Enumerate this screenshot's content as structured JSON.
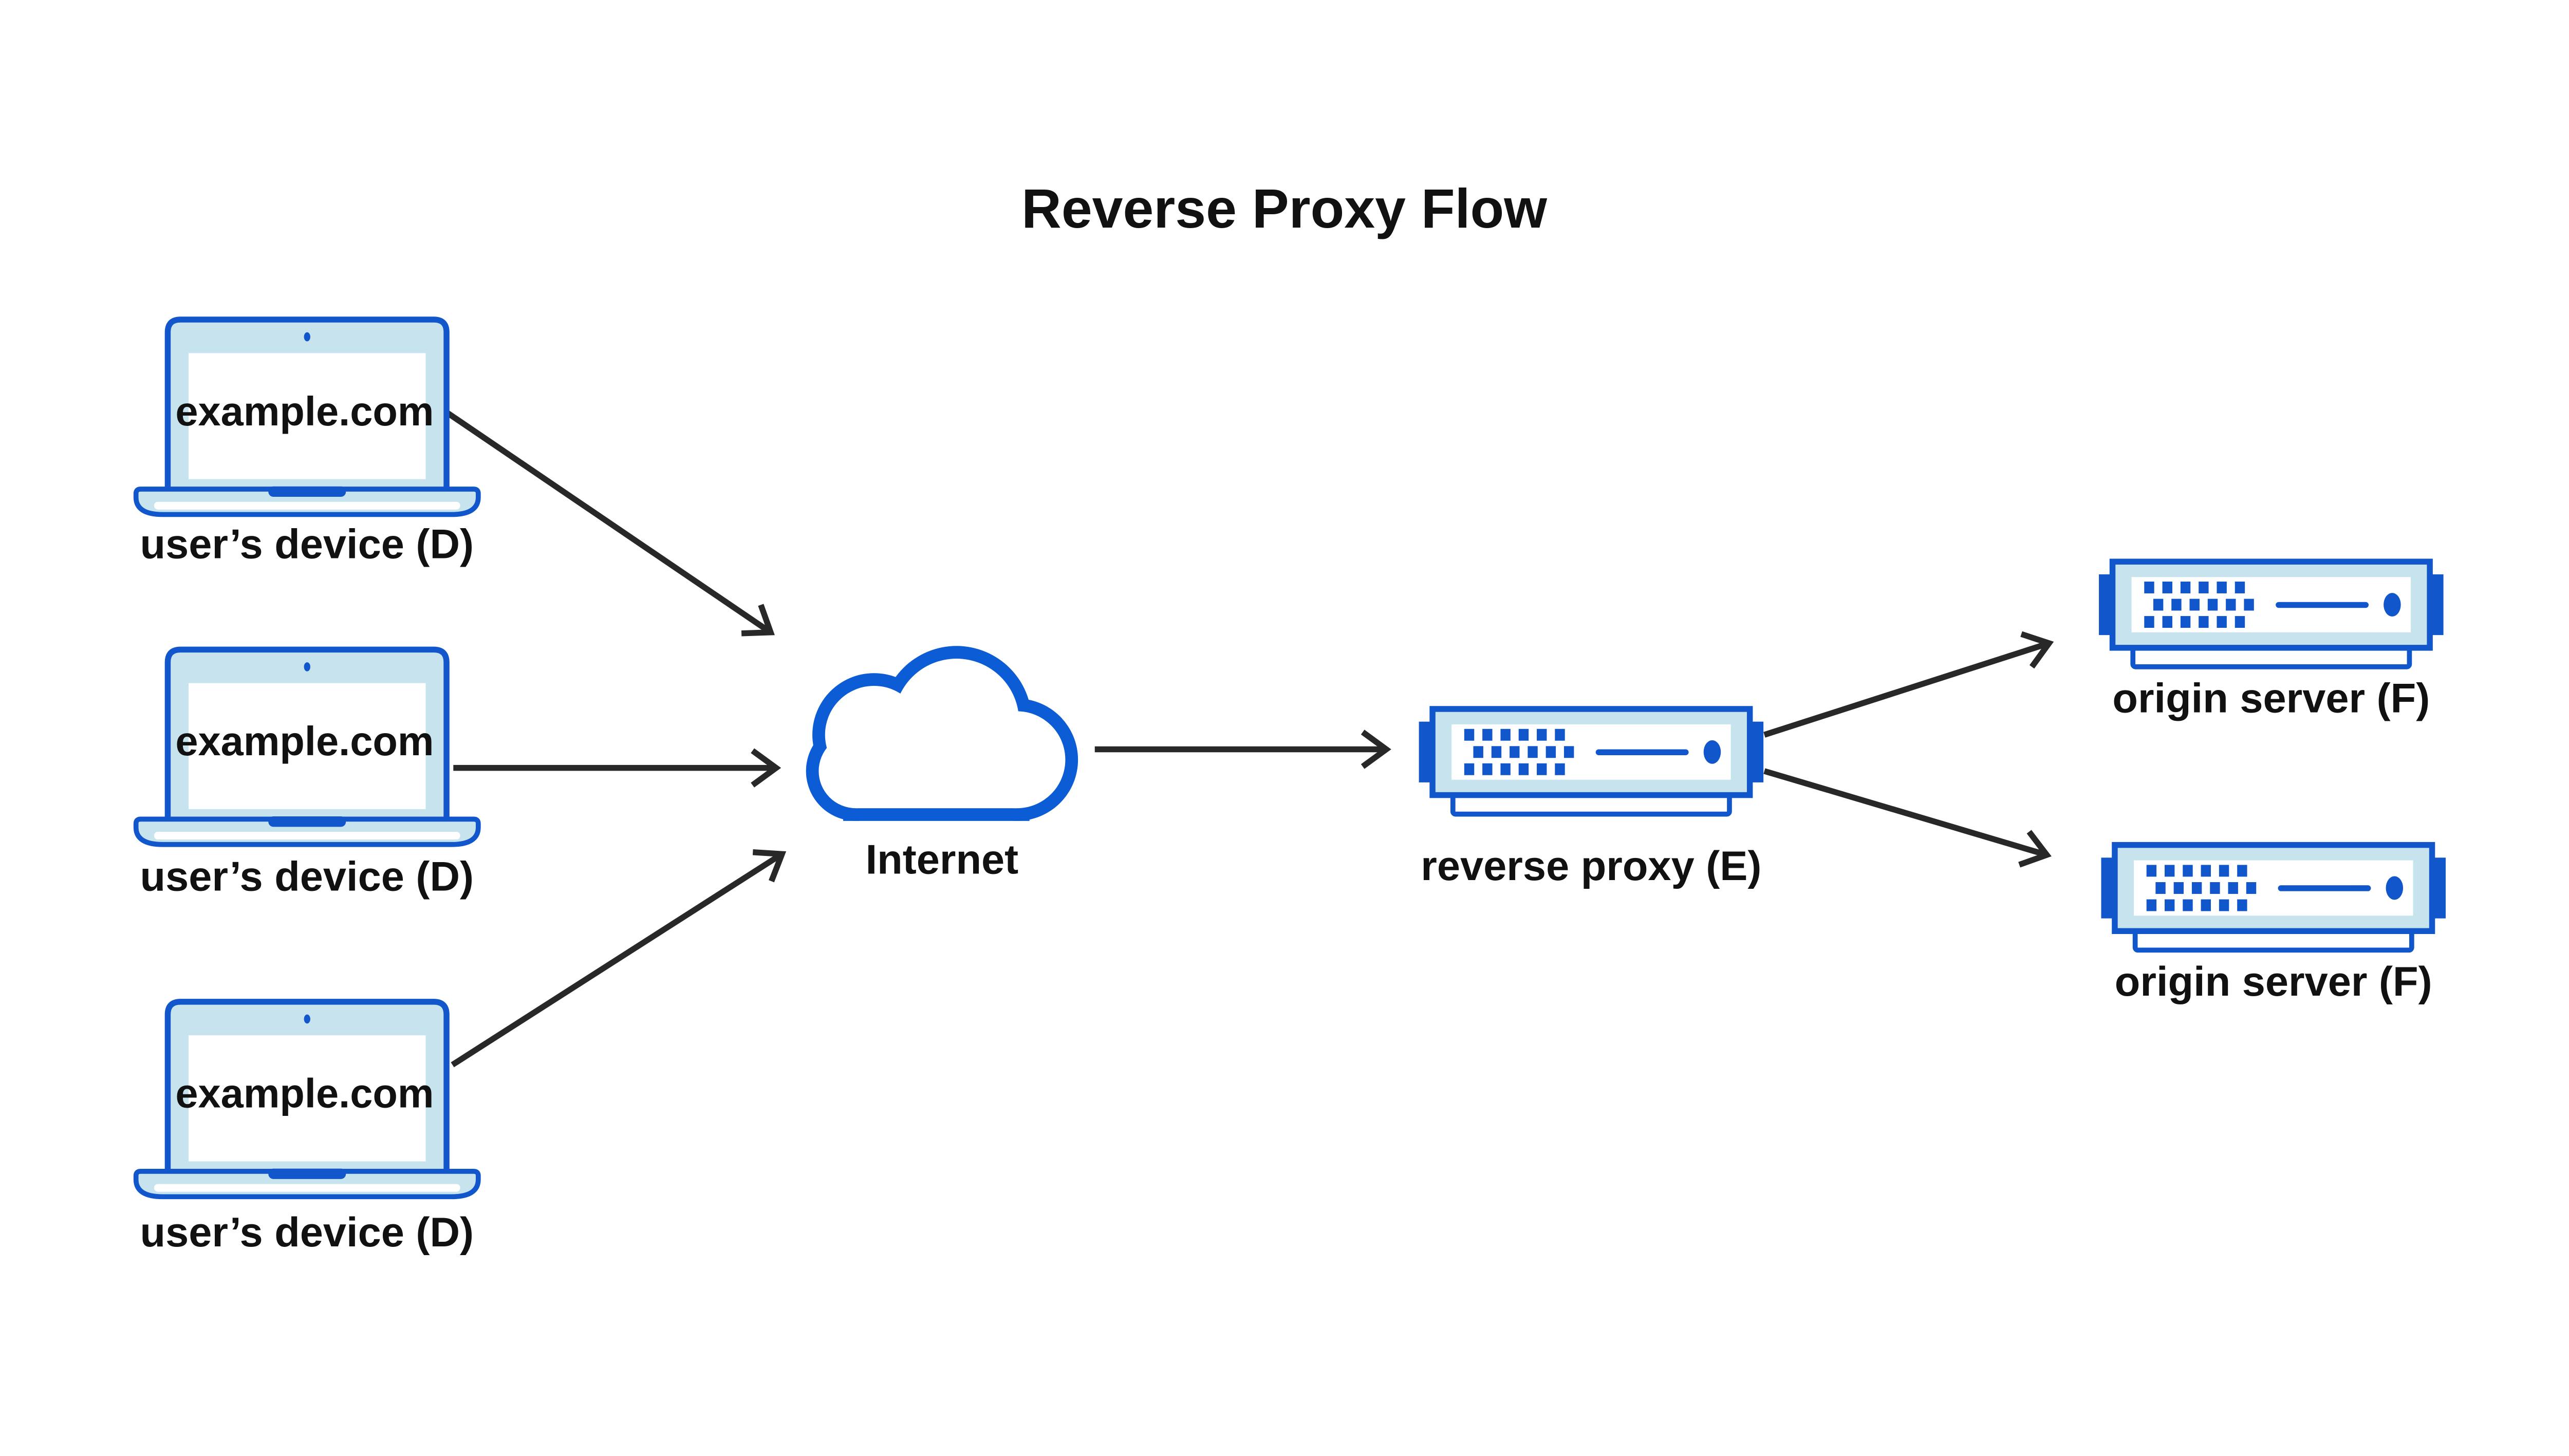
{
  "title": "Reverse Proxy Flow",
  "nodes": {
    "devices": [
      {
        "screen_text": "example.com",
        "label": "user’s device (D)"
      },
      {
        "screen_text": "example.com",
        "label": "user’s device (D)"
      },
      {
        "screen_text": "example.com",
        "label": "user’s device (D)"
      }
    ],
    "internet": {
      "label": "Internet"
    },
    "reverse_proxy": {
      "label": "reverse proxy (E)"
    },
    "origin_servers": [
      {
        "label": "origin server (F)"
      },
      {
        "label": "origin server (F)"
      }
    ]
  },
  "edges": [
    {
      "from": "user's device (D) 1",
      "to": "Internet"
    },
    {
      "from": "user's device (D) 2",
      "to": "Internet"
    },
    {
      "from": "user's device (D) 3",
      "to": "Internet"
    },
    {
      "from": "Internet",
      "to": "reverse proxy (E)"
    },
    {
      "from": "reverse proxy (E)",
      "to": "origin server (F) 1"
    },
    {
      "from": "reverse proxy (E)",
      "to": "origin server (F) 2"
    }
  ],
  "icons": {
    "laptop": "laptop-icon",
    "cloud": "cloud-icon",
    "server": "server-icon"
  },
  "colors": {
    "accent_blue": "#1256cb",
    "cloud_blue": "#0c5cd5",
    "light_blue": "#c7e4ee",
    "arrow_dark": "#282828",
    "text": "#111111",
    "background": "#ffffff"
  }
}
